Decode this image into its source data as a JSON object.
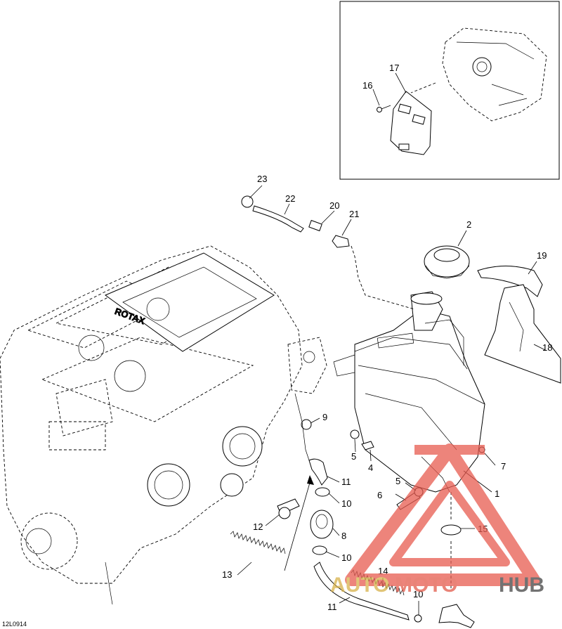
{
  "diagram": {
    "code": "12L0914",
    "callouts": [
      "1",
      "2",
      "4",
      "5",
      "5",
      "6",
      "7",
      "8",
      "9",
      "10",
      "10",
      "10",
      "11",
      "11",
      "12",
      "13",
      "14",
      "15",
      "16",
      "17",
      "18",
      "19",
      "20",
      "21",
      "22",
      "23"
    ]
  },
  "watermark": {
    "part1": "AUTO",
    "part2": "MOTO",
    "part3": "HUB",
    "colors": {
      "auto": "#d8b24a",
      "moto": "#e25a4a",
      "hub": "#444444",
      "triangle": "#e85b50"
    }
  }
}
